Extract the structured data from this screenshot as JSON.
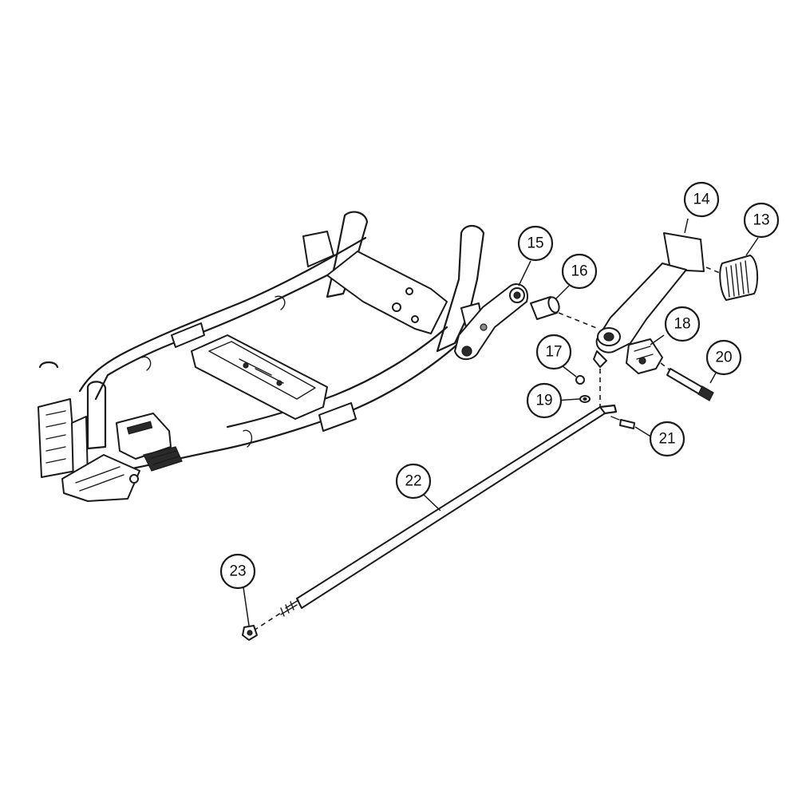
{
  "callouts": [
    {
      "id": "13",
      "label": "13"
    },
    {
      "id": "14",
      "label": "14"
    },
    {
      "id": "15",
      "label": "15"
    },
    {
      "id": "16",
      "label": "16"
    },
    {
      "id": "17",
      "label": "17"
    },
    {
      "id": "18",
      "label": "18"
    },
    {
      "id": "19",
      "label": "19"
    },
    {
      "id": "20",
      "label": "20"
    },
    {
      "id": "21",
      "label": "21"
    },
    {
      "id": "22",
      "label": "22"
    },
    {
      "id": "23",
      "label": "23"
    }
  ]
}
